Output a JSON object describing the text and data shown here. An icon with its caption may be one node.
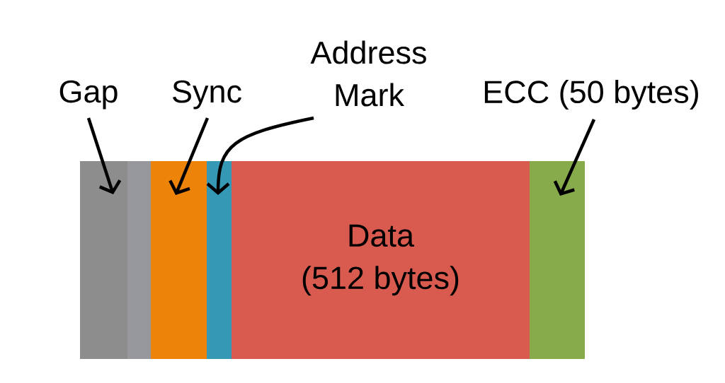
{
  "diagram": {
    "nodes": [
      {
        "text": [
          "Gap"
        ]
      },
      {
        "text": [
          "Sync"
        ]
      },
      {
        "text": [
          "Address Mark"
        ]
      },
      {
        "text": [
          "ECC (50 bytes)"
        ]
      },
      {
        "text": [],
        "shape": "bar"
      },
      {
        "text": [],
        "shape": "bar"
      },
      {
        "text": [],
        "shape": "bar"
      },
      {
        "text": [
          "Data (512 bytes)"
        ]
      },
      {
        "text": [],
        "shape": "bar"
      }
    ],
    "edges": [
      {
        "from": 0,
        "to": 4,
        "arrow": "to"
      },
      {
        "from": 1,
        "to": 5,
        "arrow": "to"
      },
      {
        "from": 2,
        "to": 6,
        "arrow": "to"
      },
      {
        "from": 3,
        "to": 8,
        "arrow": "to"
      }
    ]
  }
}
